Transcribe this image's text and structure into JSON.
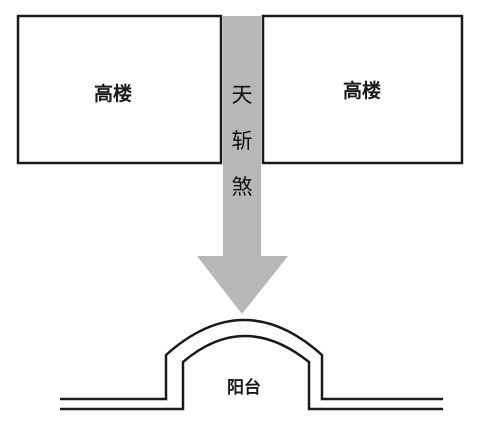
{
  "buildings": {
    "left_label": "高楼",
    "right_label": "高楼"
  },
  "arrow": {
    "chars": [
      "天",
      "斩",
      "煞"
    ]
  },
  "balcony": {
    "label": "阳台"
  },
  "colors": {
    "stroke": "#1a1a1a",
    "arrow_fill": "#b7b7b7",
    "background": "#ffffff"
  }
}
